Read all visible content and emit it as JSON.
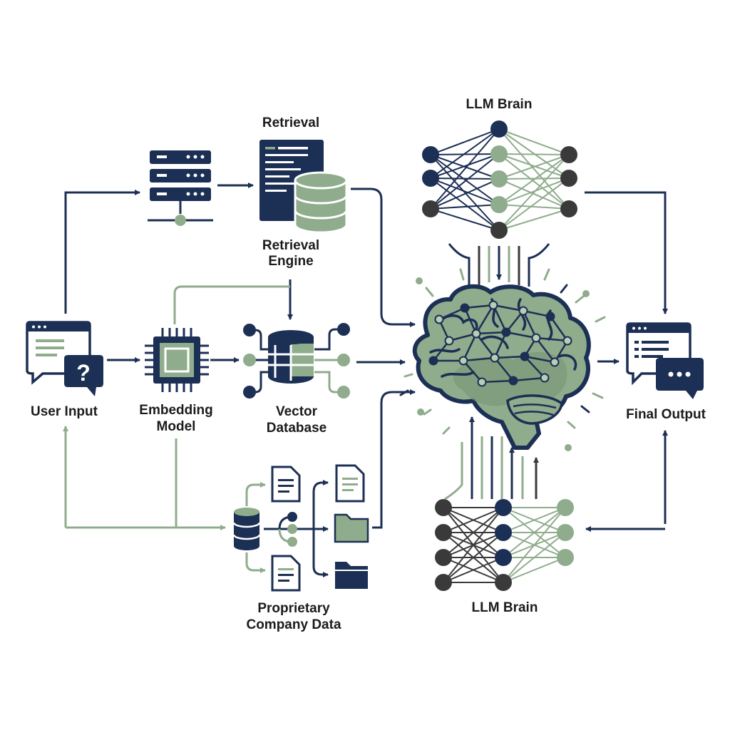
{
  "colors": {
    "navy": "#1c2f54",
    "green": "#8fac8c",
    "dark": "#3a3a3a",
    "lightgreen": "#b9cdb6"
  },
  "labels": {
    "retrieval_top": "Retrieval",
    "retrieval_engine_1": "Retrieval",
    "retrieval_engine_2": "Engine",
    "llm_brain_top": "LLM Brain",
    "llm_brain_bottom": "LLM Brain",
    "user_input": "User Input",
    "embedding_1": "Embedding",
    "embedding_2": "Model",
    "vector_1": "Vector",
    "vector_2": "Database",
    "final_output": "Final Output",
    "proprietary_1": "Proprietary",
    "proprietary_2": "Company Data"
  },
  "icons": {
    "user_input": "chat-window-question-icon",
    "server": "server-rack-icon",
    "retrieval_engine": "document-database-icon",
    "embedding": "chip-icon",
    "vector_db": "database-table-icon",
    "brain": "brain-icon",
    "final_output": "chat-window-output-icon",
    "company_db": "database-icon",
    "docs": "document-icon",
    "folders": "folder-icon"
  }
}
